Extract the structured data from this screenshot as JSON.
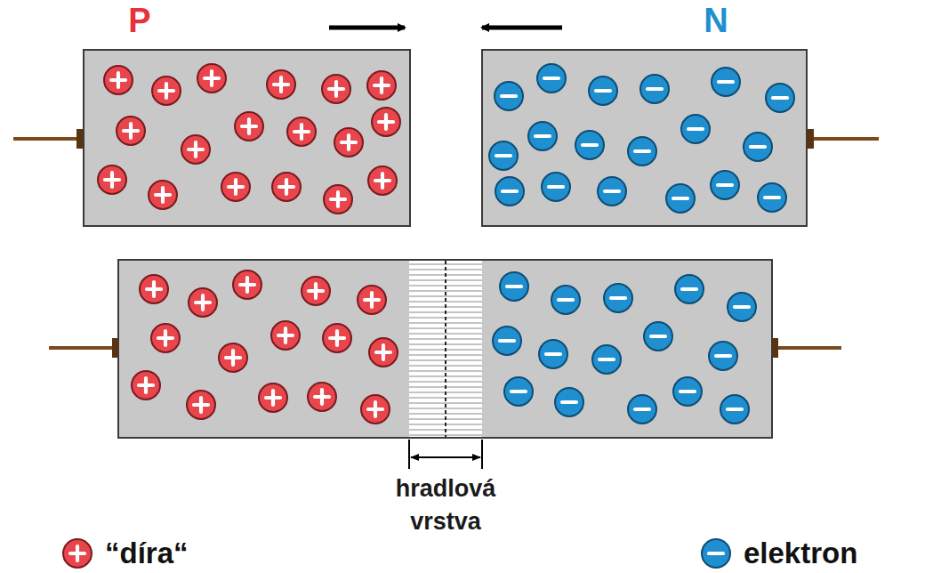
{
  "diagram": {
    "nodes": [
      {
        "text": [
          "P"
        ]
      },
      {
        "text": [
          "N"
        ]
      }
    ],
    "labels": [
      "hradlová vrstva"
    ],
    "legend": [
      {
        "text": "“díra“"
      },
      {
        "text": "elektron"
      }
    ]
  }
}
